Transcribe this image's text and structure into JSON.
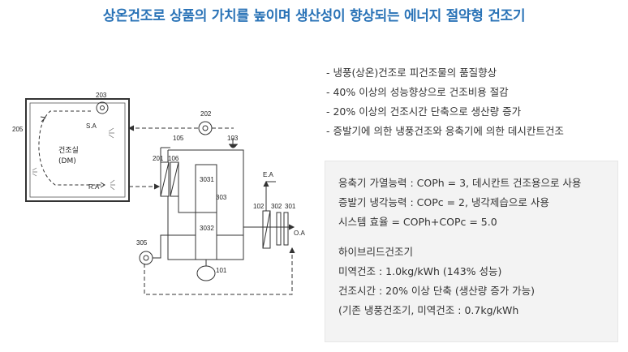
{
  "title": "상온건조로 상품의 가치를 높이며 생산성이 향상되는 에너지 절약형 건조기",
  "bullets": [
    "- 냉풍(상온)건조로 피건조물의 품질향상",
    "- 40% 이상의 성능향상으로 건조비용 절감",
    "- 20% 이상의 건조시간 단축으로 생산량 증가",
    "- 증발기에 의한 냉풍건조와 응축기에 의한 데시칸트건조"
  ],
  "specs": {
    "line1": "응축기 가열능력 : COPh = 3, 데시칸트 건조용으로 사용",
    "line2": "증발기 냉각능력 : COPc = 2, 냉각제습으로 사용",
    "line3": "시스템 효율 = COPh+COPc = 5.0",
    "line4": "하이브리드건조기",
    "line5": "미역건조 : 1.0kg/kWh (143% 성능)",
    "line6": "건조시간 : 20% 이상 단축 (생산량 증가 가능)",
    "line7": "(기존 냉풍건조기, 미역건조 : 0.7kg/kWh"
  },
  "diagram": {
    "chamber_name": "건조실",
    "chamber_code": "(DM)",
    "labels": {
      "n203": "203",
      "n205": "205",
      "n202": "202",
      "n105": "105",
      "n103": "103",
      "n201": "201",
      "n106": "106",
      "n3031": "3031",
      "n303": "303",
      "n3032": "3032",
      "n102": "102",
      "n302": "302",
      "n301": "301",
      "n305": "305",
      "n101": "101",
      "sa": "S.A",
      "ra": "R.A",
      "ea": "E.A",
      "oa": "O.A"
    }
  }
}
